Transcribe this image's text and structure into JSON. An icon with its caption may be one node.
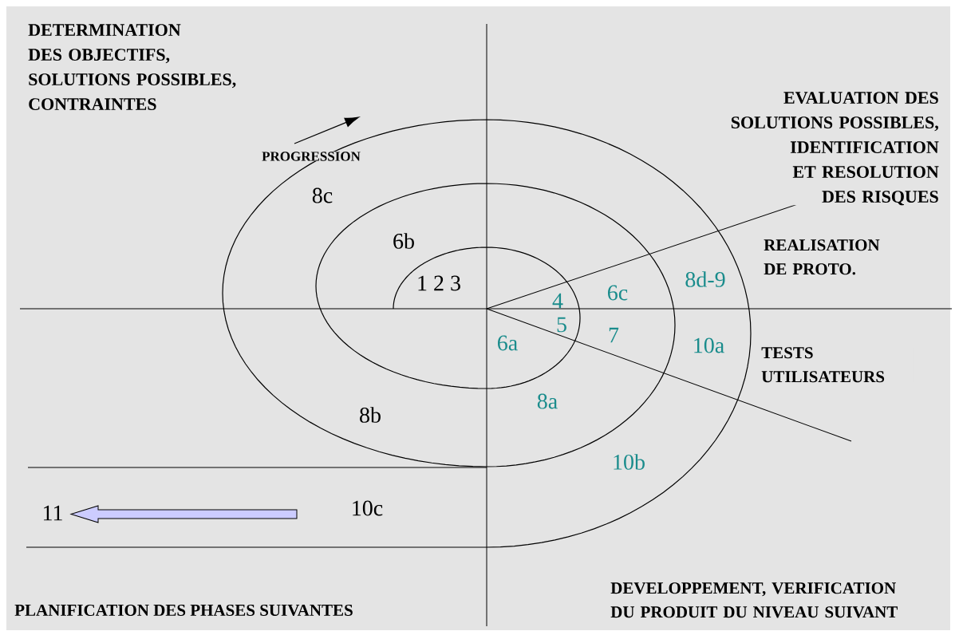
{
  "diagram": {
    "labels": [
      "DETERMINATION DES OBJECTIFS, SOLUTIONS POSSIBLES, CONTRAINTES",
      "EVALUATION DES SOLUTIONS POSSIBLES, IDENTIFICATION ET RESOLUTION DES RISQUES",
      "PROGRESSION",
      "8c",
      "6b",
      "REALISATION DE PROTO.",
      "1 2 3",
      "8d-9",
      "6c",
      "4",
      "5",
      "7",
      "6a",
      "10a",
      "TESTS UTILISATEURS",
      "8a",
      "8b",
      "10b",
      "11",
      "10c",
      "PLANIFICATION DES PHASES SUIVANTES",
      "DEVELOPPEMENT, VERIFICATION DU PRODUIT DU NIVEAU SUIVANT"
    ]
  }
}
